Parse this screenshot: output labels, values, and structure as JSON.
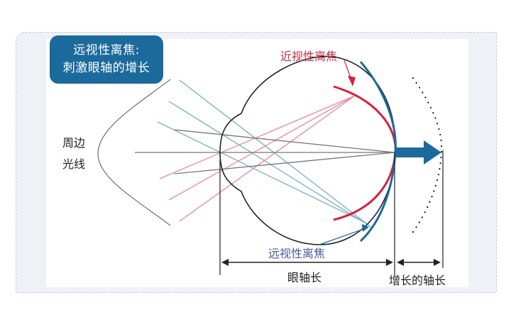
{
  "title_box": {
    "line1": "远视性离焦:",
    "line2": "刺激眼轴的增长"
  },
  "labels": {
    "peripheral_light_line1": "周边",
    "peripheral_light_line2": "光线",
    "myopic_defocus": "近视性离焦",
    "hyperopic_defocus": "远视性离焦",
    "axial_length": "眼轴长",
    "increased_axial_length": "增长的轴长"
  },
  "colors": {
    "title_bg": "#1b6a9c",
    "myopic_red": "#d8203a",
    "hyperopic_blue": "#1b6a9c",
    "ray_red": "#e58a98",
    "ray_blue": "#7aaec2",
    "ray_grey": "#777777",
    "eye_outline": "#222222",
    "hyperopic_label": "#4a5a9a",
    "myopic_label": "#c03040"
  }
}
